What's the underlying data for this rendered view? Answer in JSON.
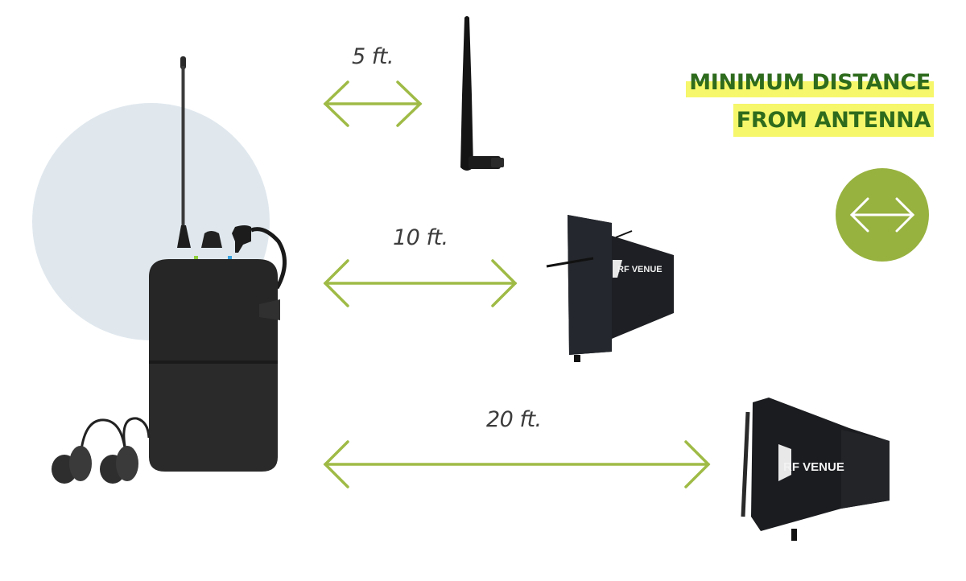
{
  "heading": {
    "line1": "MINIMUM DISTANCE",
    "line2": "FROM ANTENNA",
    "text_color": "#2e6b1d",
    "highlight_color": "#f6f76a"
  },
  "badge": {
    "icon": "double-arrow-icon",
    "color": "#98b240"
  },
  "arrow_color": "#9fbb46",
  "receiver": {
    "device": "bodypack-receiver",
    "accessory": "earphones"
  },
  "distances": [
    {
      "label": "5 ft.",
      "antenna": "whip-antenna"
    },
    {
      "label": "10 ft.",
      "antenna": "paddle-antenna",
      "brand": "RF VENUE"
    },
    {
      "label": "20 ft.",
      "antenna": "helical-antenna",
      "brand": "RF VENUE"
    }
  ]
}
